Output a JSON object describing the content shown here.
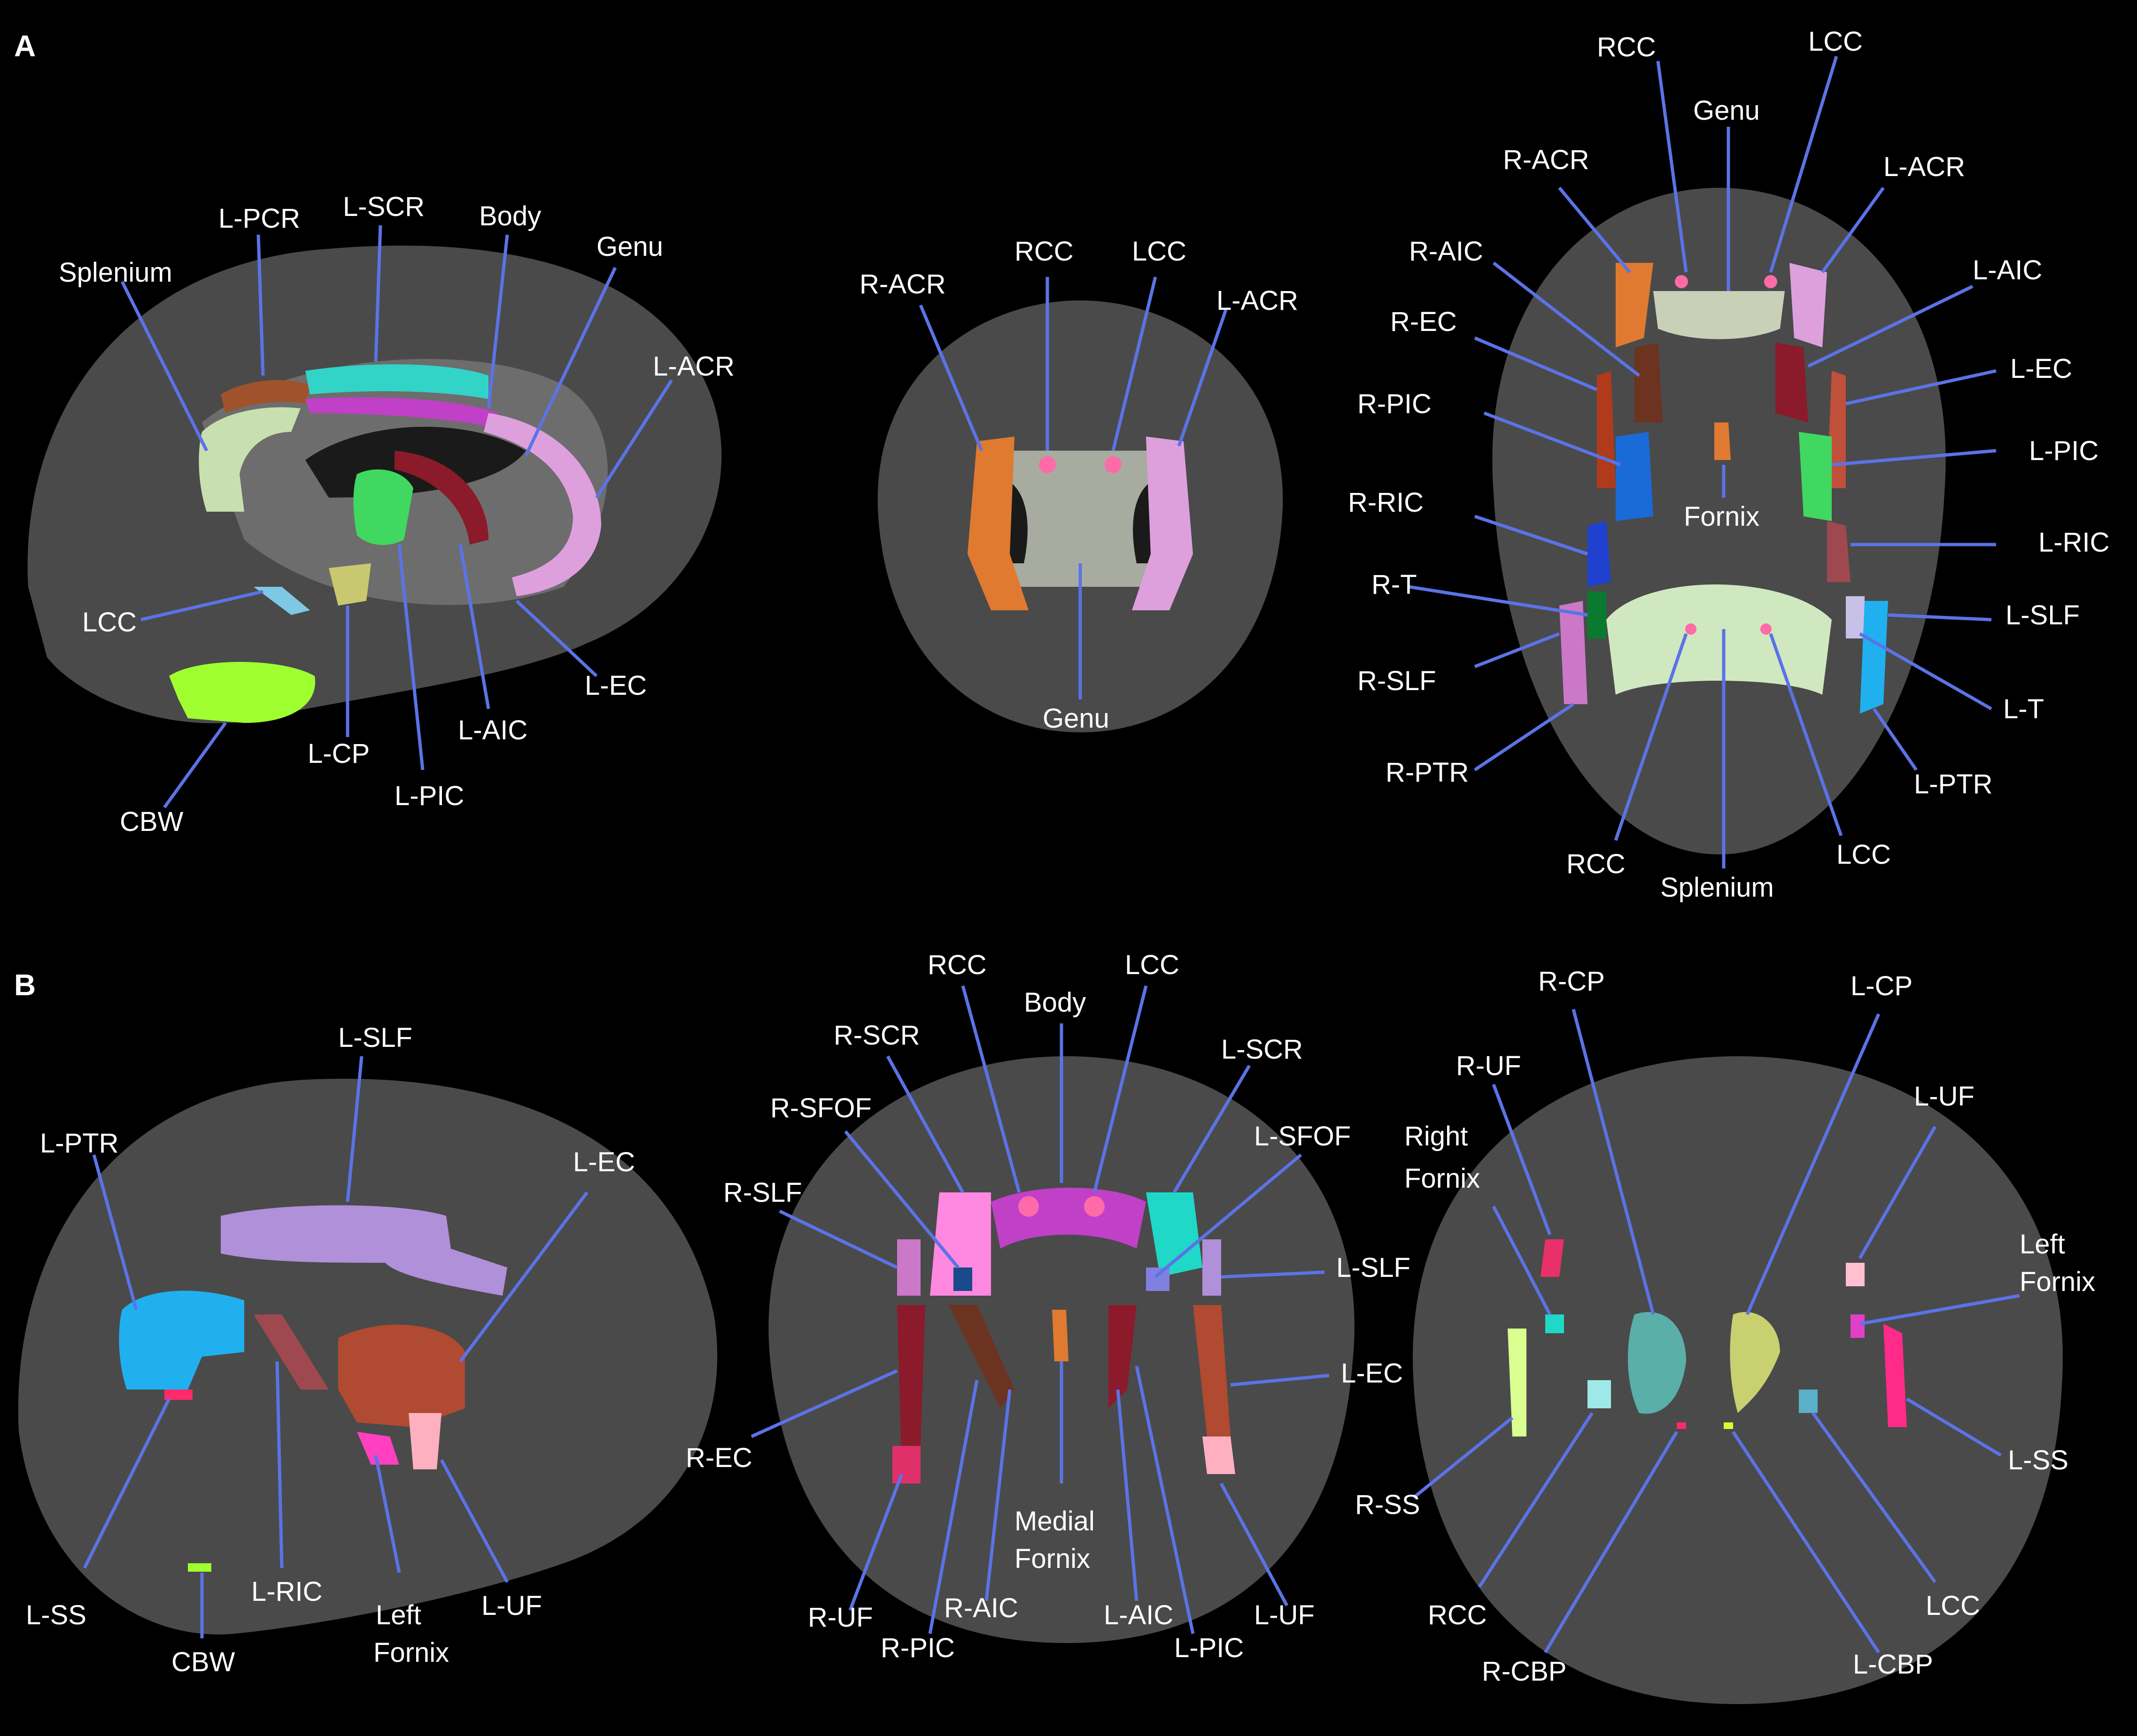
{
  "panels": {
    "a": "A",
    "b": "B"
  },
  "colors": {
    "background": "#000000",
    "arrow": "#5b73e6",
    "label": "#ffffff"
  },
  "labels": {
    "a_sag": [
      "Splenium",
      "L-PCR",
      "L-SCR",
      "Body",
      "Genu",
      "L-ACR",
      "LCC",
      "CBW",
      "L-CP",
      "L-PIC",
      "L-AIC",
      "L-EC"
    ],
    "a_cor": [
      "R-ACR",
      "RCC",
      "LCC",
      "L-ACR",
      "Genu"
    ],
    "a_ax": [
      "RCC",
      "LCC",
      "Genu",
      "R-ACR",
      "L-ACR",
      "R-AIC",
      "L-AIC",
      "R-EC",
      "L-EC",
      "R-PIC",
      "L-PIC",
      "Fornix",
      "R-RIC",
      "L-RIC",
      "R-T",
      "L-SLF",
      "R-SLF",
      "L-T",
      "R-PTR",
      "L-PTR",
      "RCC",
      "LCC",
      "Splenium"
    ],
    "b_sag": [
      "L-SLF",
      "L-PTR",
      "L-EC",
      "L-SS",
      "CBW",
      "L-RIC",
      "Left",
      "Fornix",
      "L-UF"
    ],
    "b_cor": [
      "RCC",
      "LCC",
      "Body",
      "R-SCR",
      "L-SCR",
      "R-SFOF",
      "L-SFOF",
      "R-SLF",
      "L-SLF",
      "L-EC",
      "R-EC",
      "Medial",
      "Fornix",
      "R-UF",
      "R-PIC",
      "R-AIC",
      "L-AIC",
      "L-PIC",
      "L-UF"
    ],
    "b_ax": [
      "R-CP",
      "L-CP",
      "R-UF",
      "L-UF",
      "Right",
      "Fornix",
      "Left",
      "Fornix",
      "L-SS",
      "R-SS",
      "RCC",
      "LCC",
      "R-CBP",
      "L-CBP"
    ]
  }
}
